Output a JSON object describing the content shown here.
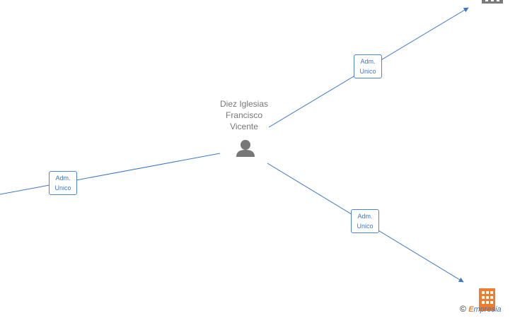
{
  "person": {
    "name_lines": [
      "Diez Iglesias",
      "Francisco",
      "Vicente"
    ]
  },
  "edges": [
    {
      "role_line1": "Adm.",
      "role_line2": "Unico"
    },
    {
      "role_line1": "Adm.",
      "role_line2": "Unico"
    },
    {
      "role_line1": "Adm.",
      "role_line2": "Unico"
    }
  ],
  "watermark": {
    "symbol": "©",
    "brand_first": "E",
    "brand_rest": "mpresia"
  },
  "colors": {
    "edge": "#3b78c7",
    "person_icon": "#777777",
    "company_icon_top": "#7a7a7a",
    "company_icon_bottom": "#f07c2d"
  },
  "icons": {
    "person": "person-icon",
    "company": "building-icon"
  }
}
